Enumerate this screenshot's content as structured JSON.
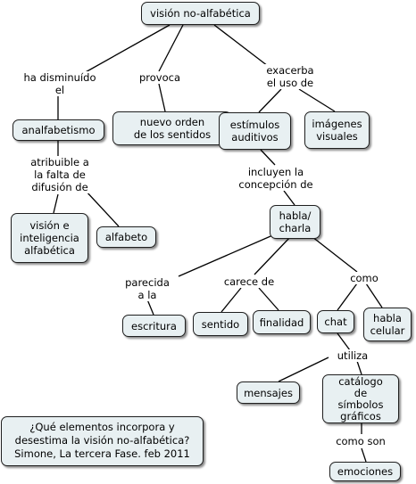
{
  "concepts": {
    "root": "visión no-alfabética",
    "analfabetismo": "analfabetismo",
    "nuevo_orden": "nuevo orden\nde los sentidos",
    "estimulos": "estímulos\nauditivos",
    "imagenes": "imágenes\nvisuales",
    "vision_inteligencia": "visión e\ninteligencia\nalfabética",
    "alfabeto": "alfabeto",
    "habla_charla": "habla/\ncharla",
    "escritura": "escritura",
    "sentido": "sentido",
    "finalidad": "finalidad",
    "chat": "chat",
    "habla_celular": "habla\ncelular",
    "mensajes": "mensajes",
    "catalogo": "catálogo\nde\nsímbolos\ngráficos",
    "emociones": "emociones"
  },
  "linking_phrases": {
    "ha_disminuido": "ha disminuído\nel",
    "provoca": "provoca",
    "exacerba": "exacerba\nel uso de",
    "atribuible": "atribuible a\nla falta de\ndifusión de",
    "incluyen": "incluyen la\nconcepción de",
    "parecida": "parecida\na la",
    "carece": "carece de",
    "como": "como",
    "utiliza": "utiliza",
    "como_son": "como son"
  },
  "note": {
    "text": "¿Qué elementos incorpora y\ndesestima la visión no-alfabética?\nSimone, La tercera Fase.  feb 2011"
  },
  "colors": {
    "concept_fill": "#e8f0f2",
    "line": "#000000",
    "background": "#ffffff"
  }
}
